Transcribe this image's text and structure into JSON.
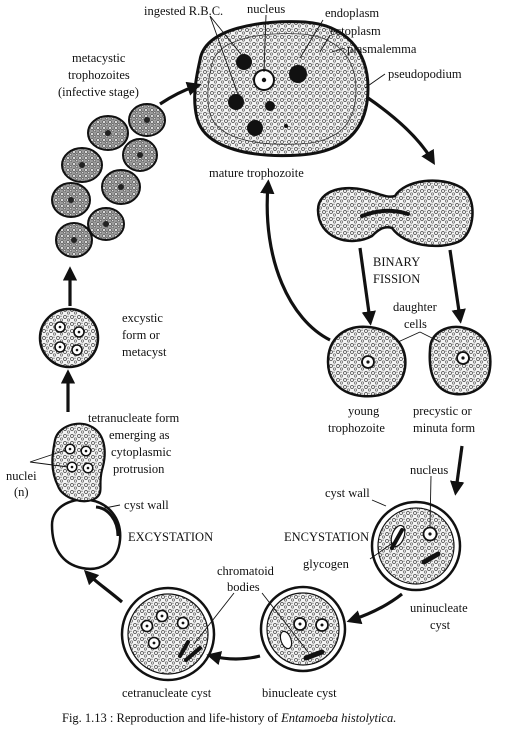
{
  "labels": {
    "ingested_rbc": "ingested R.B.C.",
    "nucleus_top": "nucleus",
    "endoplasm": "endoplasm",
    "ectoplasm": "ectoplasm",
    "plasmalemma": "plasmalemma",
    "pseudopodium": "pseudopodium",
    "metacystic_line1": "metacystic",
    "metacystic_line2": "trophozoites",
    "metacystic_line3": "(infective stage)",
    "mature_trophozoite": "mature trophozoite",
    "binary_line1": "BINARY",
    "binary_line2": "FISSION",
    "daughter_line1": "daughter",
    "daughter_line2": "cells",
    "excystic_line1": "excystic",
    "excystic_line2": "form or",
    "excystic_line3": "metacyst",
    "young_line1": "young",
    "young_line2": "trophozoite",
    "precystic_line1": "precystic or",
    "precystic_line2": "minuta form",
    "tetra_line1": "tetranucleate form",
    "tetra_line2": "emerging as",
    "tetra_line3": "cytoplasmic",
    "tetra_line4": "protrusion",
    "nuclei_line1": "nuclei",
    "nuclei_line2": "(n)",
    "nucleus_cyst": "nucleus",
    "cyst_wall_right": "cyst wall",
    "cyst_wall_left": "cyst wall",
    "excystation": "EXCYSTATION",
    "encystation": "ENCYSTATION",
    "chromatoid_line1": "chromatoid",
    "chromatoid_line2": "bodies",
    "glycogen": "glycogen",
    "uninucleate_line1": "uninucleate",
    "uninucleate_line2": "cyst",
    "tetranucleate_cyst": "cetranucleate cyst",
    "binucleate_cyst": "binucleate cyst"
  },
  "caption": {
    "prefix": "Fig. 1.13 : Reproduction and life-history of ",
    "species": "Entamoeba histolytica."
  }
}
